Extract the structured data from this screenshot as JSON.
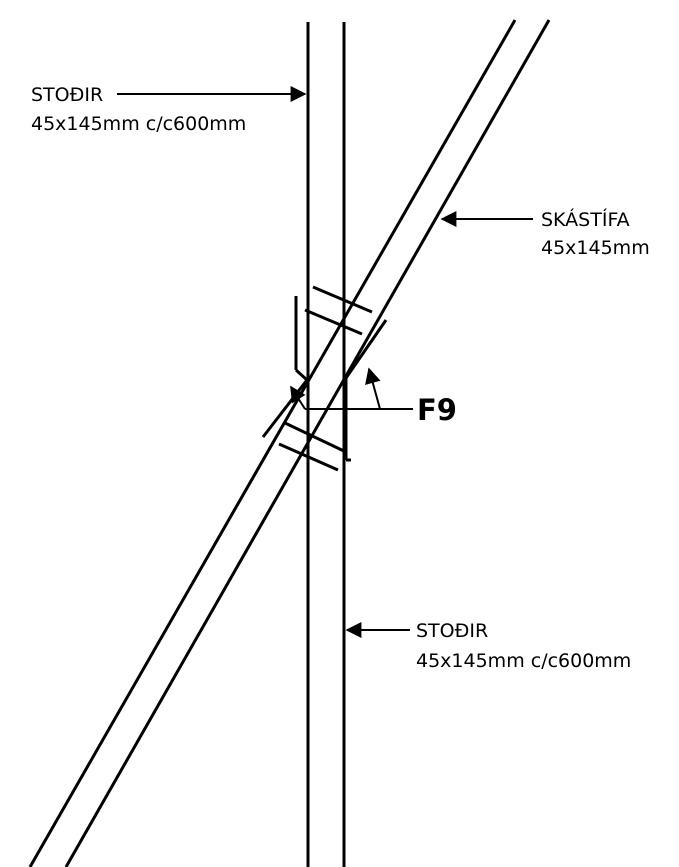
{
  "labels": {
    "top_left_line1": "STOÐIR",
    "top_left_line2": "45x145mm  c/c600mm",
    "right_line1": "SKÁSTÍFA",
    "right_line2": "45x145mm",
    "bottom_right_line1": "STOÐIR",
    "bottom_right_line2": "45x145mm  c/c600mm",
    "connector_tag": "F9"
  },
  "colors": {
    "ink": "#000000",
    "background": "#ffffff"
  }
}
